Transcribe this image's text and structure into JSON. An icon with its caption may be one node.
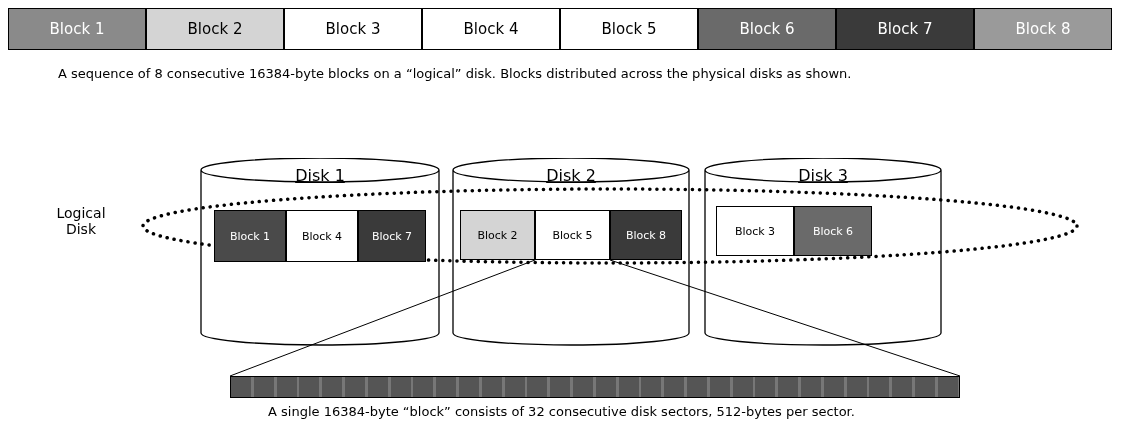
{
  "diagram": {
    "nodes": [
      {
        "text": [
          "Block 1"
        ]
      },
      {
        "text": [
          "Block 2"
        ]
      },
      {
        "text": [
          "Block 3"
        ]
      },
      {
        "text": [
          "Block 4"
        ]
      },
      {
        "text": [
          "Block 5"
        ]
      },
      {
        "text": [
          "Block 6"
        ]
      },
      {
        "text": [
          "Block 7"
        ]
      },
      {
        "text": [
          "Block 8"
        ]
      },
      {
        "text": [],
        "shape": "ellipse",
        "beside": [
          "Logical Disk"
        ]
      },
      {
        "text": [
          "Disk 1"
        ]
      },
      {
        "text": [
          "Block 1"
        ]
      },
      {
        "text": [
          "Block 4"
        ]
      },
      {
        "text": [
          "Block 7"
        ]
      },
      {
        "text": [
          "Disk 2"
        ]
      },
      {
        "text": [
          "Block 2"
        ]
      },
      {
        "text": [
          "Block 5"
        ]
      },
      {
        "text": [
          "Block 8"
        ]
      },
      {
        "text": [
          "Disk 3"
        ]
      },
      {
        "text": [
          "Block 3"
        ]
      },
      {
        "text": [
          "Block 6"
        ]
      },
      {
        "text": [],
        "shape": "bar",
        "beside": [
          "A single 16384-byte “block” consists of 32 consecutive disk sectors, 512-bytes per sector."
        ]
      }
    ],
    "edges": [
      {
        "from": 15,
        "to": 20,
        "arrow": "none"
      },
      {
        "from": 15,
        "to": 20,
        "arrow": "none"
      }
    ],
    "labels": [
      "A sequence of 8 consecutive 16384-byte blocks on a “logical” disk. Blocks distributed across the physical disks as shown."
    ]
  }
}
